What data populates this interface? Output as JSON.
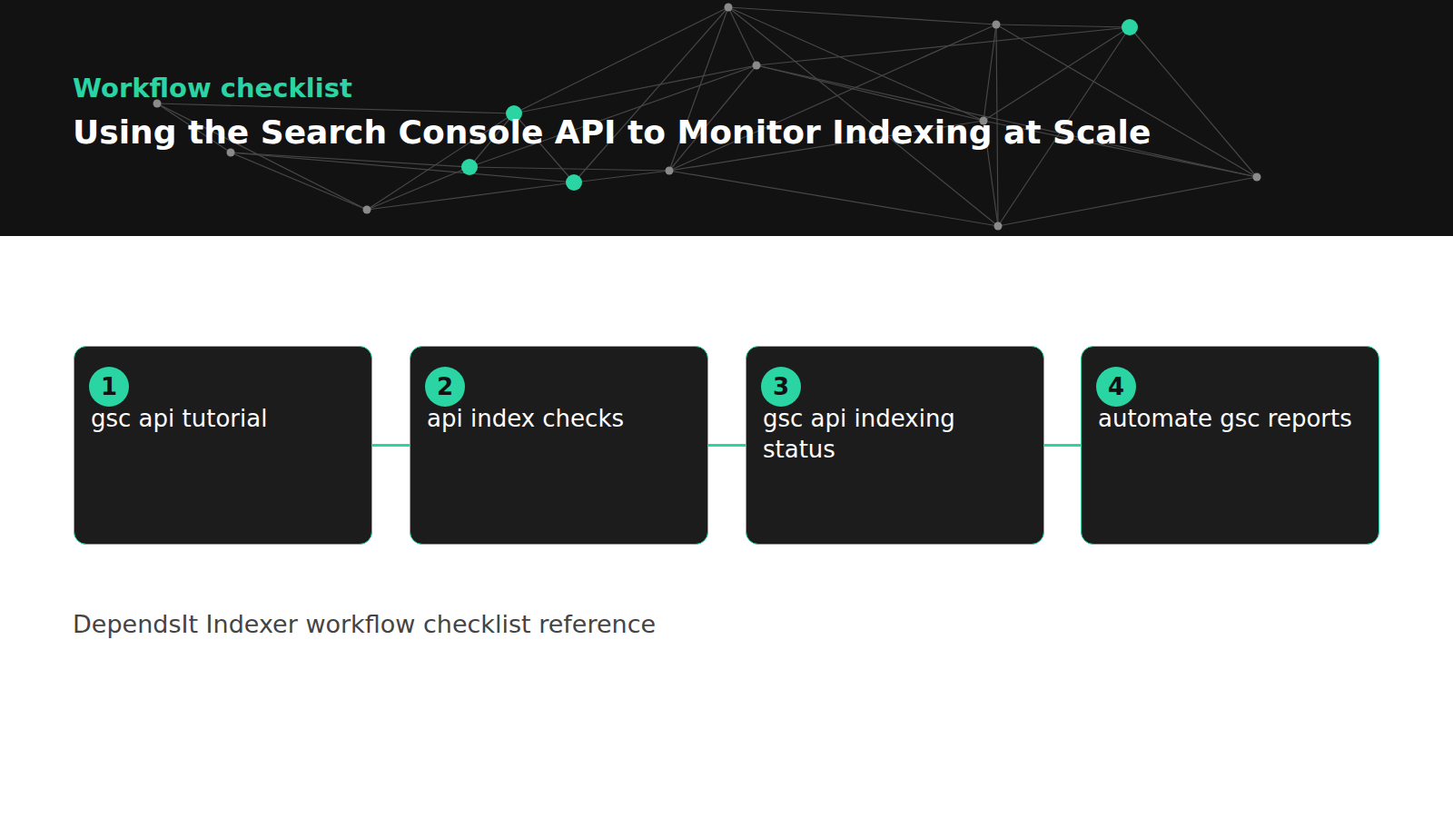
{
  "diagram": {
    "title": "Using the Search Console API to Monitor Indexing at Scale",
    "caption": "DependsIt Indexer workflow checklist reference",
    "nodes": [
      {
        "text": [
          "1",
          "gsc api tutorial"
        ]
      },
      {
        "text": [
          "2",
          "api index checks"
        ]
      },
      {
        "text": [
          "3",
          "gsc api indexing status"
        ]
      },
      {
        "text": [
          "4",
          "automate gsc reports"
        ]
      }
    ],
    "edges": [
      {
        "from": 0,
        "to": 1,
        "arrow": "none"
      },
      {
        "from": 1,
        "to": 2,
        "arrow": "none"
      },
      {
        "from": 2,
        "to": 3,
        "arrow": "none"
      }
    ],
    "labels": [
      "Workflow checklist"
    ]
  }
}
